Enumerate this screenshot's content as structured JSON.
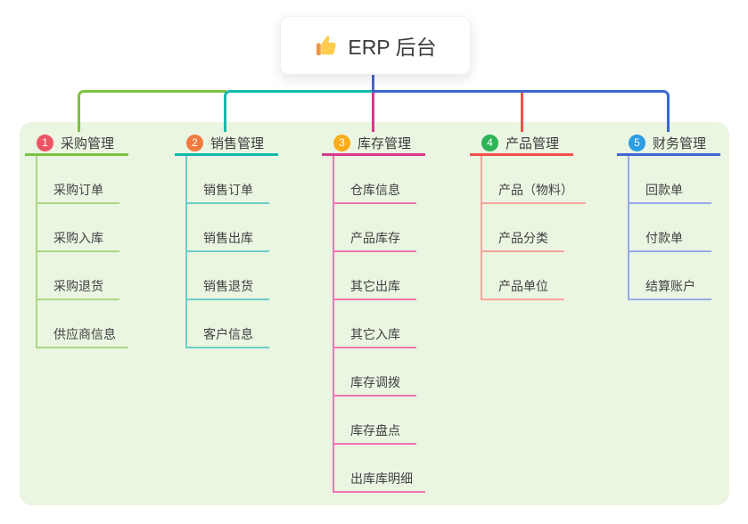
{
  "root": {
    "title": "ERP 后台",
    "icon": "thumbs-up-icon",
    "line_color": "#4E64C6"
  },
  "panel": {
    "background_color": "#EAF6E2"
  },
  "branches": [
    {
      "index": "1",
      "label": "采购管理",
      "badge_color": "#ED5565",
      "line_color": "#7CC242",
      "light_line_color": "#ABD78A",
      "children": [
        "采购订单",
        "采购入库",
        "采购退货",
        "供应商信息"
      ]
    },
    {
      "index": "2",
      "label": "销售管理",
      "badge_color": "#F3793F",
      "line_color": "#12B8AC",
      "light_line_color": "#6BCFC6",
      "children": [
        "销售订单",
        "销售出库",
        "销售退货",
        "客户信息"
      ]
    },
    {
      "index": "3",
      "label": "库存管理",
      "badge_color": "#FBAC1B",
      "line_color": "#D6398B",
      "light_line_color": "#F075B2",
      "children": [
        "仓库信息",
        "产品库存",
        "其它出库",
        "其它入库",
        "库存调拨",
        "库存盘点",
        "出库库明细"
      ]
    },
    {
      "index": "4",
      "label": "产品管理",
      "badge_color": "#2DB457",
      "line_color": "#F25048",
      "light_line_color": "#F8A49C",
      "children": [
        "产品（物料）",
        "产品分类",
        "产品单位"
      ]
    },
    {
      "index": "5",
      "label": "财务管理",
      "badge_color": "#2B9DE0",
      "line_color": "#3C67D3",
      "light_line_color": "#96AAE7",
      "children": [
        "回款单",
        "付款单",
        "结算账户"
      ]
    }
  ]
}
